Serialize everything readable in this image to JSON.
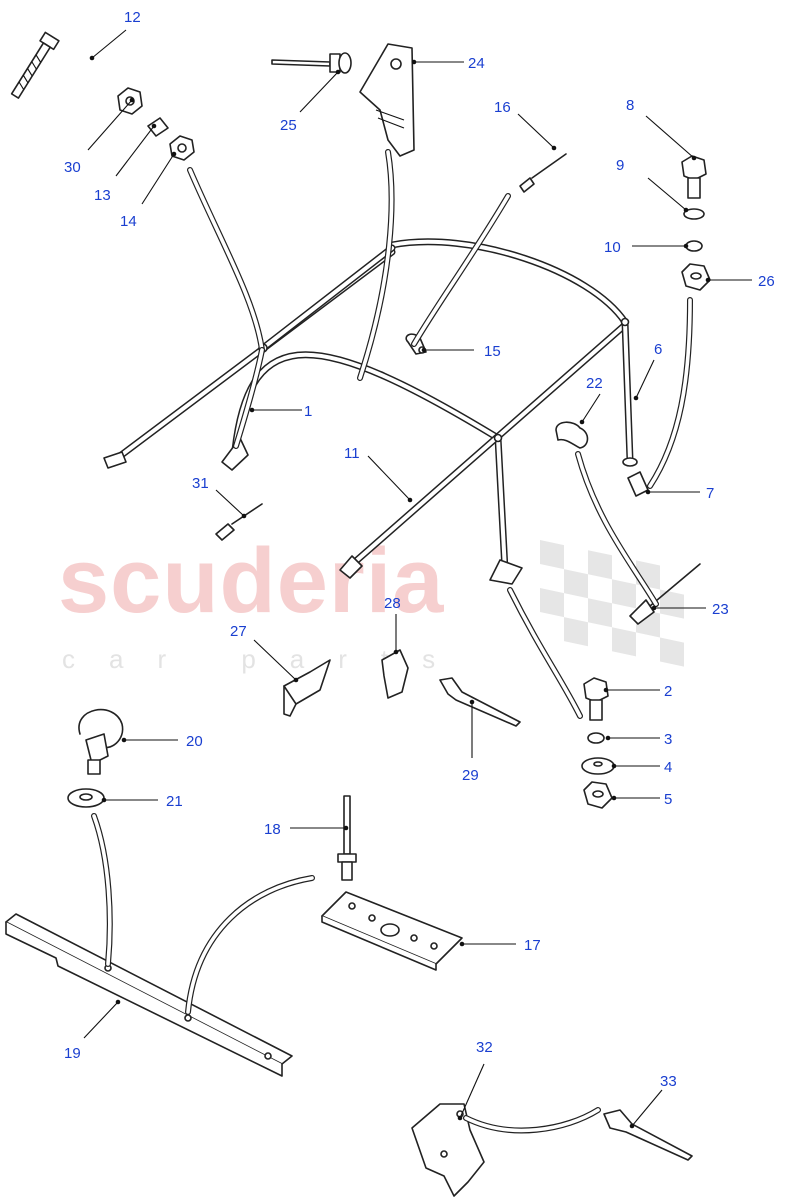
{
  "watermark": {
    "brand": "scuderia",
    "tagline": "car parts"
  },
  "callouts": {
    "c1": "1",
    "c2": "2",
    "c3": "3",
    "c4": "4",
    "c5": "5",
    "c6": "6",
    "c7": "7",
    "c8": "8",
    "c9": "9",
    "c10": "10",
    "c11": "11",
    "c12": "12",
    "c13": "13",
    "c14": "14",
    "c15": "15",
    "c16": "16",
    "c17": "17",
    "c18": "18",
    "c19": "19",
    "c20": "20",
    "c21": "21",
    "c22": "22",
    "c23": "23",
    "c24": "24",
    "c25": "25",
    "c26": "26",
    "c27": "27",
    "c28": "28",
    "c29": "29",
    "c30": "30",
    "c31": "31",
    "c32": "32",
    "c33": "33"
  },
  "colors": {
    "callout_text": "#1a3fd0",
    "watermark_brand": "#f6cfcf",
    "watermark_tagline": "#e3e3e3",
    "line_art": "#222222"
  }
}
